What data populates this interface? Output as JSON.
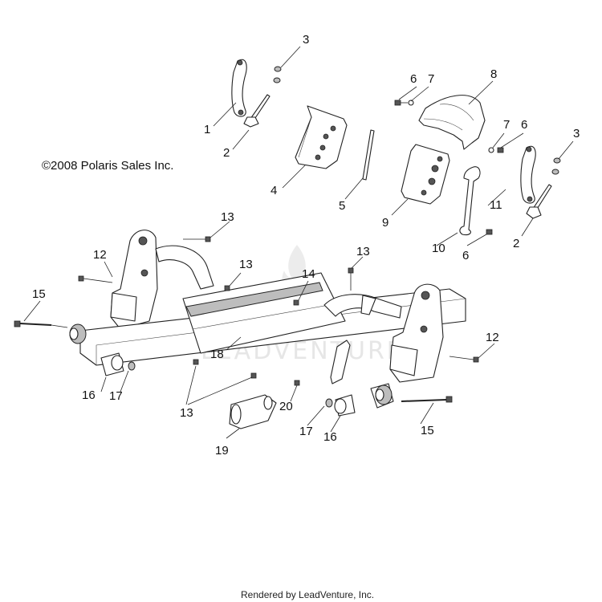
{
  "copyright": "©2008 Polaris Sales Inc.",
  "footer": "Rendered by LeadVenture, Inc.",
  "watermark": "LEADVENTURE",
  "watermark_icon": "flame-logo-icon",
  "callouts": {
    "c1": "1",
    "c2a": "2",
    "c2b": "2",
    "c3a": "3",
    "c3b": "3",
    "c4": "4",
    "c5": "5",
    "c6a": "6",
    "c6b": "6",
    "c6c": "6",
    "c7a": "7",
    "c7b": "7",
    "c8": "8",
    "c9": "9",
    "c10": "10",
    "c11": "11",
    "c12a": "12",
    "c12b": "12",
    "c13a": "13",
    "c13b": "13",
    "c13c": "13",
    "c13d": "13",
    "c14": "14",
    "c15a": "15",
    "c15b": "15",
    "c16a": "16",
    "c16b": "16",
    "c17a": "17",
    "c17b": "17",
    "c18": "18",
    "c19": "19",
    "c20": "20"
  }
}
